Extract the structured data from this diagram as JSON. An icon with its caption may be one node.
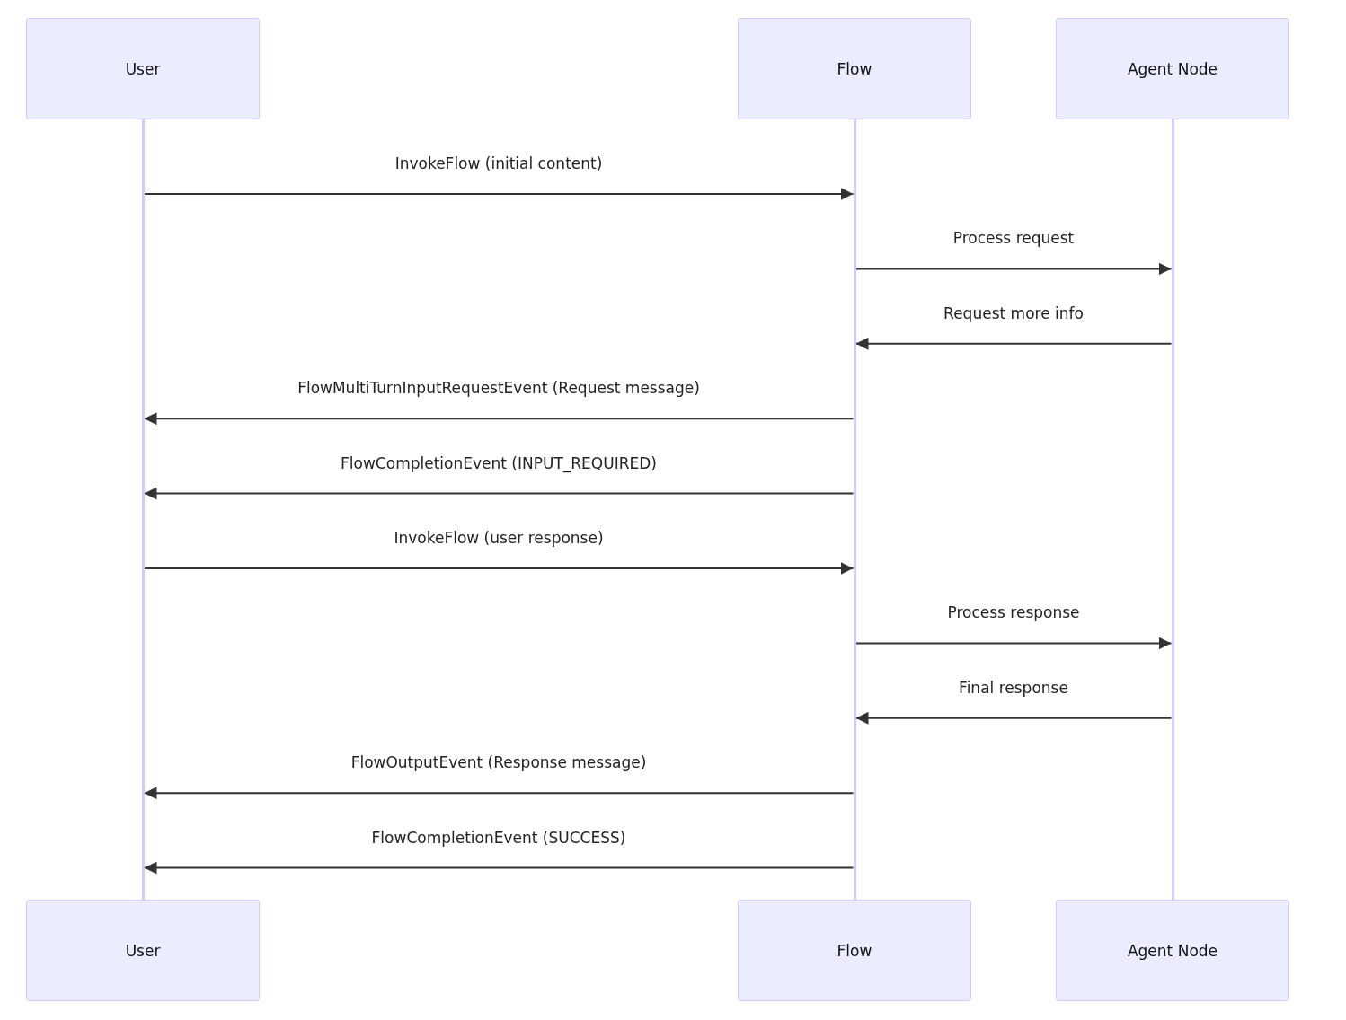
{
  "diagram": {
    "nodes": [
      {
        "text": [
          "User"
        ]
      },
      {
        "text": [
          "Flow"
        ]
      },
      {
        "text": [
          "Agent Node"
        ]
      },
      {
        "text": [
          "User"
        ]
      },
      {
        "text": [
          "Flow"
        ]
      },
      {
        "text": [
          "Agent Node"
        ]
      },
      {
        "text": [],
        "shape": "bar"
      },
      {
        "text": [],
        "shape": "bar"
      },
      {
        "text": [],
        "shape": "bar"
      }
    ],
    "edges": [
      {
        "from": 6,
        "to": 7,
        "arrow": "to",
        "label": "InvokeFlow (initial content)"
      },
      {
        "from": 7,
        "to": 8,
        "arrow": "to",
        "label": "Process request"
      },
      {
        "from": 8,
        "to": 7,
        "arrow": "to",
        "label": "Request more info"
      },
      {
        "from": 7,
        "to": 6,
        "arrow": "to",
        "label": "FlowMultiTurnInputRequestEvent (Request message)"
      },
      {
        "from": 7,
        "to": 6,
        "arrow": "to",
        "label": "FlowCompletionEvent (INPUT_REQUIRED)"
      },
      {
        "from": 6,
        "to": 7,
        "arrow": "to",
        "label": "InvokeFlow (user response)"
      },
      {
        "from": 7,
        "to": 8,
        "arrow": "to",
        "label": "Process response"
      },
      {
        "from": 8,
        "to": 7,
        "arrow": "to",
        "label": "Final response"
      },
      {
        "from": 7,
        "to": 6,
        "arrow": "to",
        "label": "FlowOutputEvent (Response message)"
      },
      {
        "from": 7,
        "to": 6,
        "arrow": "to",
        "label": "FlowCompletionEvent (SUCCESS)"
      }
    ]
  }
}
